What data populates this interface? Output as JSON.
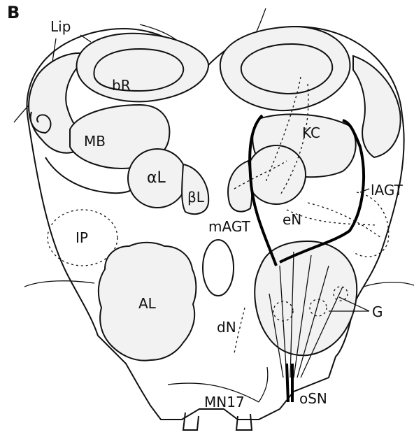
{
  "figure": {
    "panel_label": "B",
    "labels": {
      "lip": "Lip",
      "br": "bR",
      "mb": "MB",
      "al_alpha": "αL",
      "bl_beta": "βL",
      "ip": "IP",
      "al": "AL",
      "magt": "mAGT",
      "kc": "KC",
      "lagt": "lAGT",
      "en": "eN",
      "g": "G",
      "dn": "dN",
      "mn17": "MN17",
      "osn": "oSN"
    }
  }
}
